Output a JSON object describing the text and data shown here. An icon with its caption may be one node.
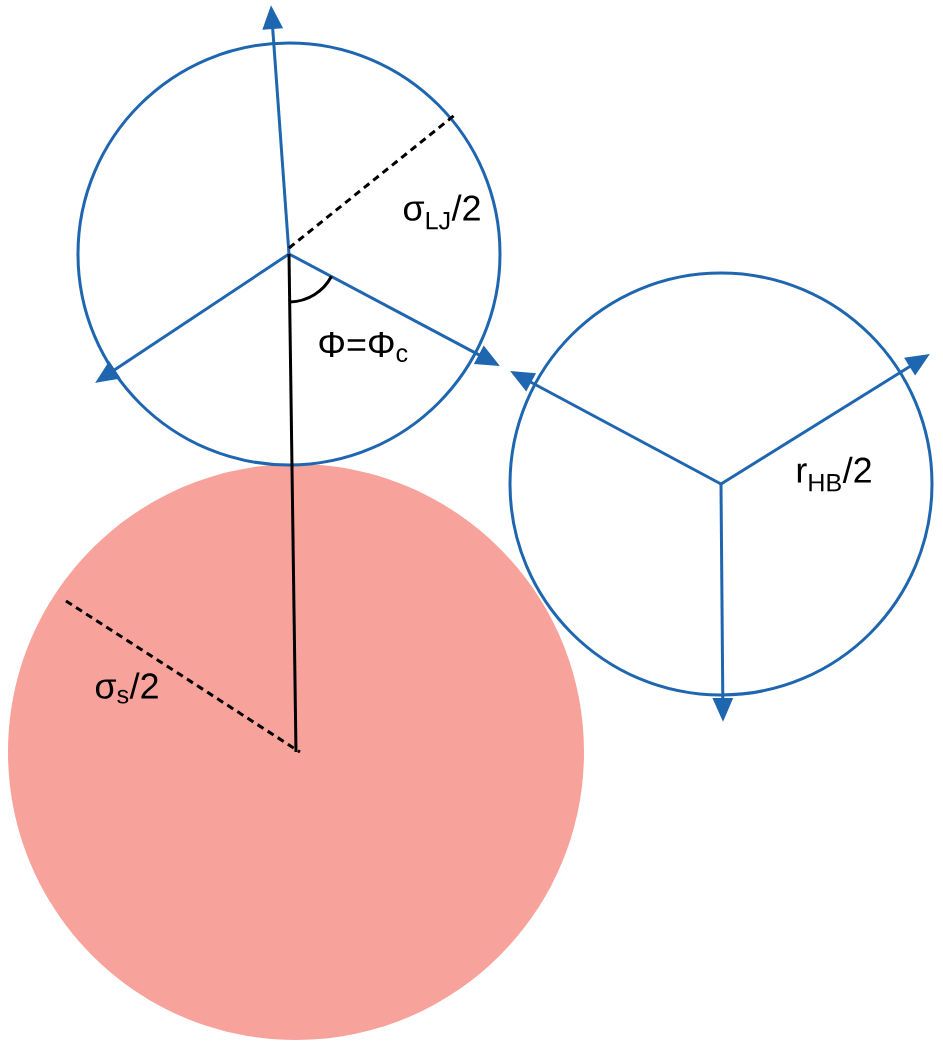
{
  "diagram": {
    "nodes": [
      {
        "text": [],
        "shape": "circle"
      },
      {
        "text": [],
        "shape": "circle"
      },
      {
        "text": [],
        "shape": "circle"
      }
    ],
    "edges": [
      {
        "from": 2,
        "to": 0,
        "arrow": "none"
      }
    ],
    "labels": [
      "σ$_{LJ}$/2",
      "Φ=Φ$_{c}$",
      "r$_{HB}$/2",
      "σ$_{s}$/2"
    ]
  }
}
